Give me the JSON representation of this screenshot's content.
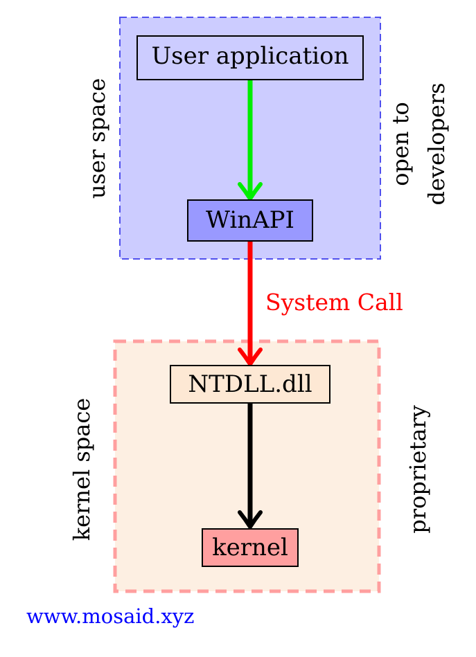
{
  "nodes": {
    "user_application": "User application",
    "winapi": "WinAPI",
    "ntdll": "NTDLL.dll",
    "kernel": "kernel"
  },
  "regions": {
    "user_space": "user space",
    "open_to_developers": [
      "open to",
      "developers"
    ],
    "kernel_space": "kernel space",
    "proprietary": "proprietary"
  },
  "edge_labels": {
    "system_call": "System Call"
  },
  "footer": {
    "website": "www.mosaid.xyz"
  },
  "colors": {
    "user_region_fill": "#ccccff",
    "user_region_border": "#5050ee",
    "winapi_fill": "#9999ff",
    "kernel_region_fill": "#fdefe2",
    "kernel_region_border": "#ff9f9f",
    "ntdll_fill": "#fde8d4",
    "kernel_fill": "#ff9f9f",
    "arrow_user": "#00ee00",
    "arrow_syscall": "#ff0000",
    "arrow_kernel": "#000000",
    "footer_link": "#0000ff"
  }
}
